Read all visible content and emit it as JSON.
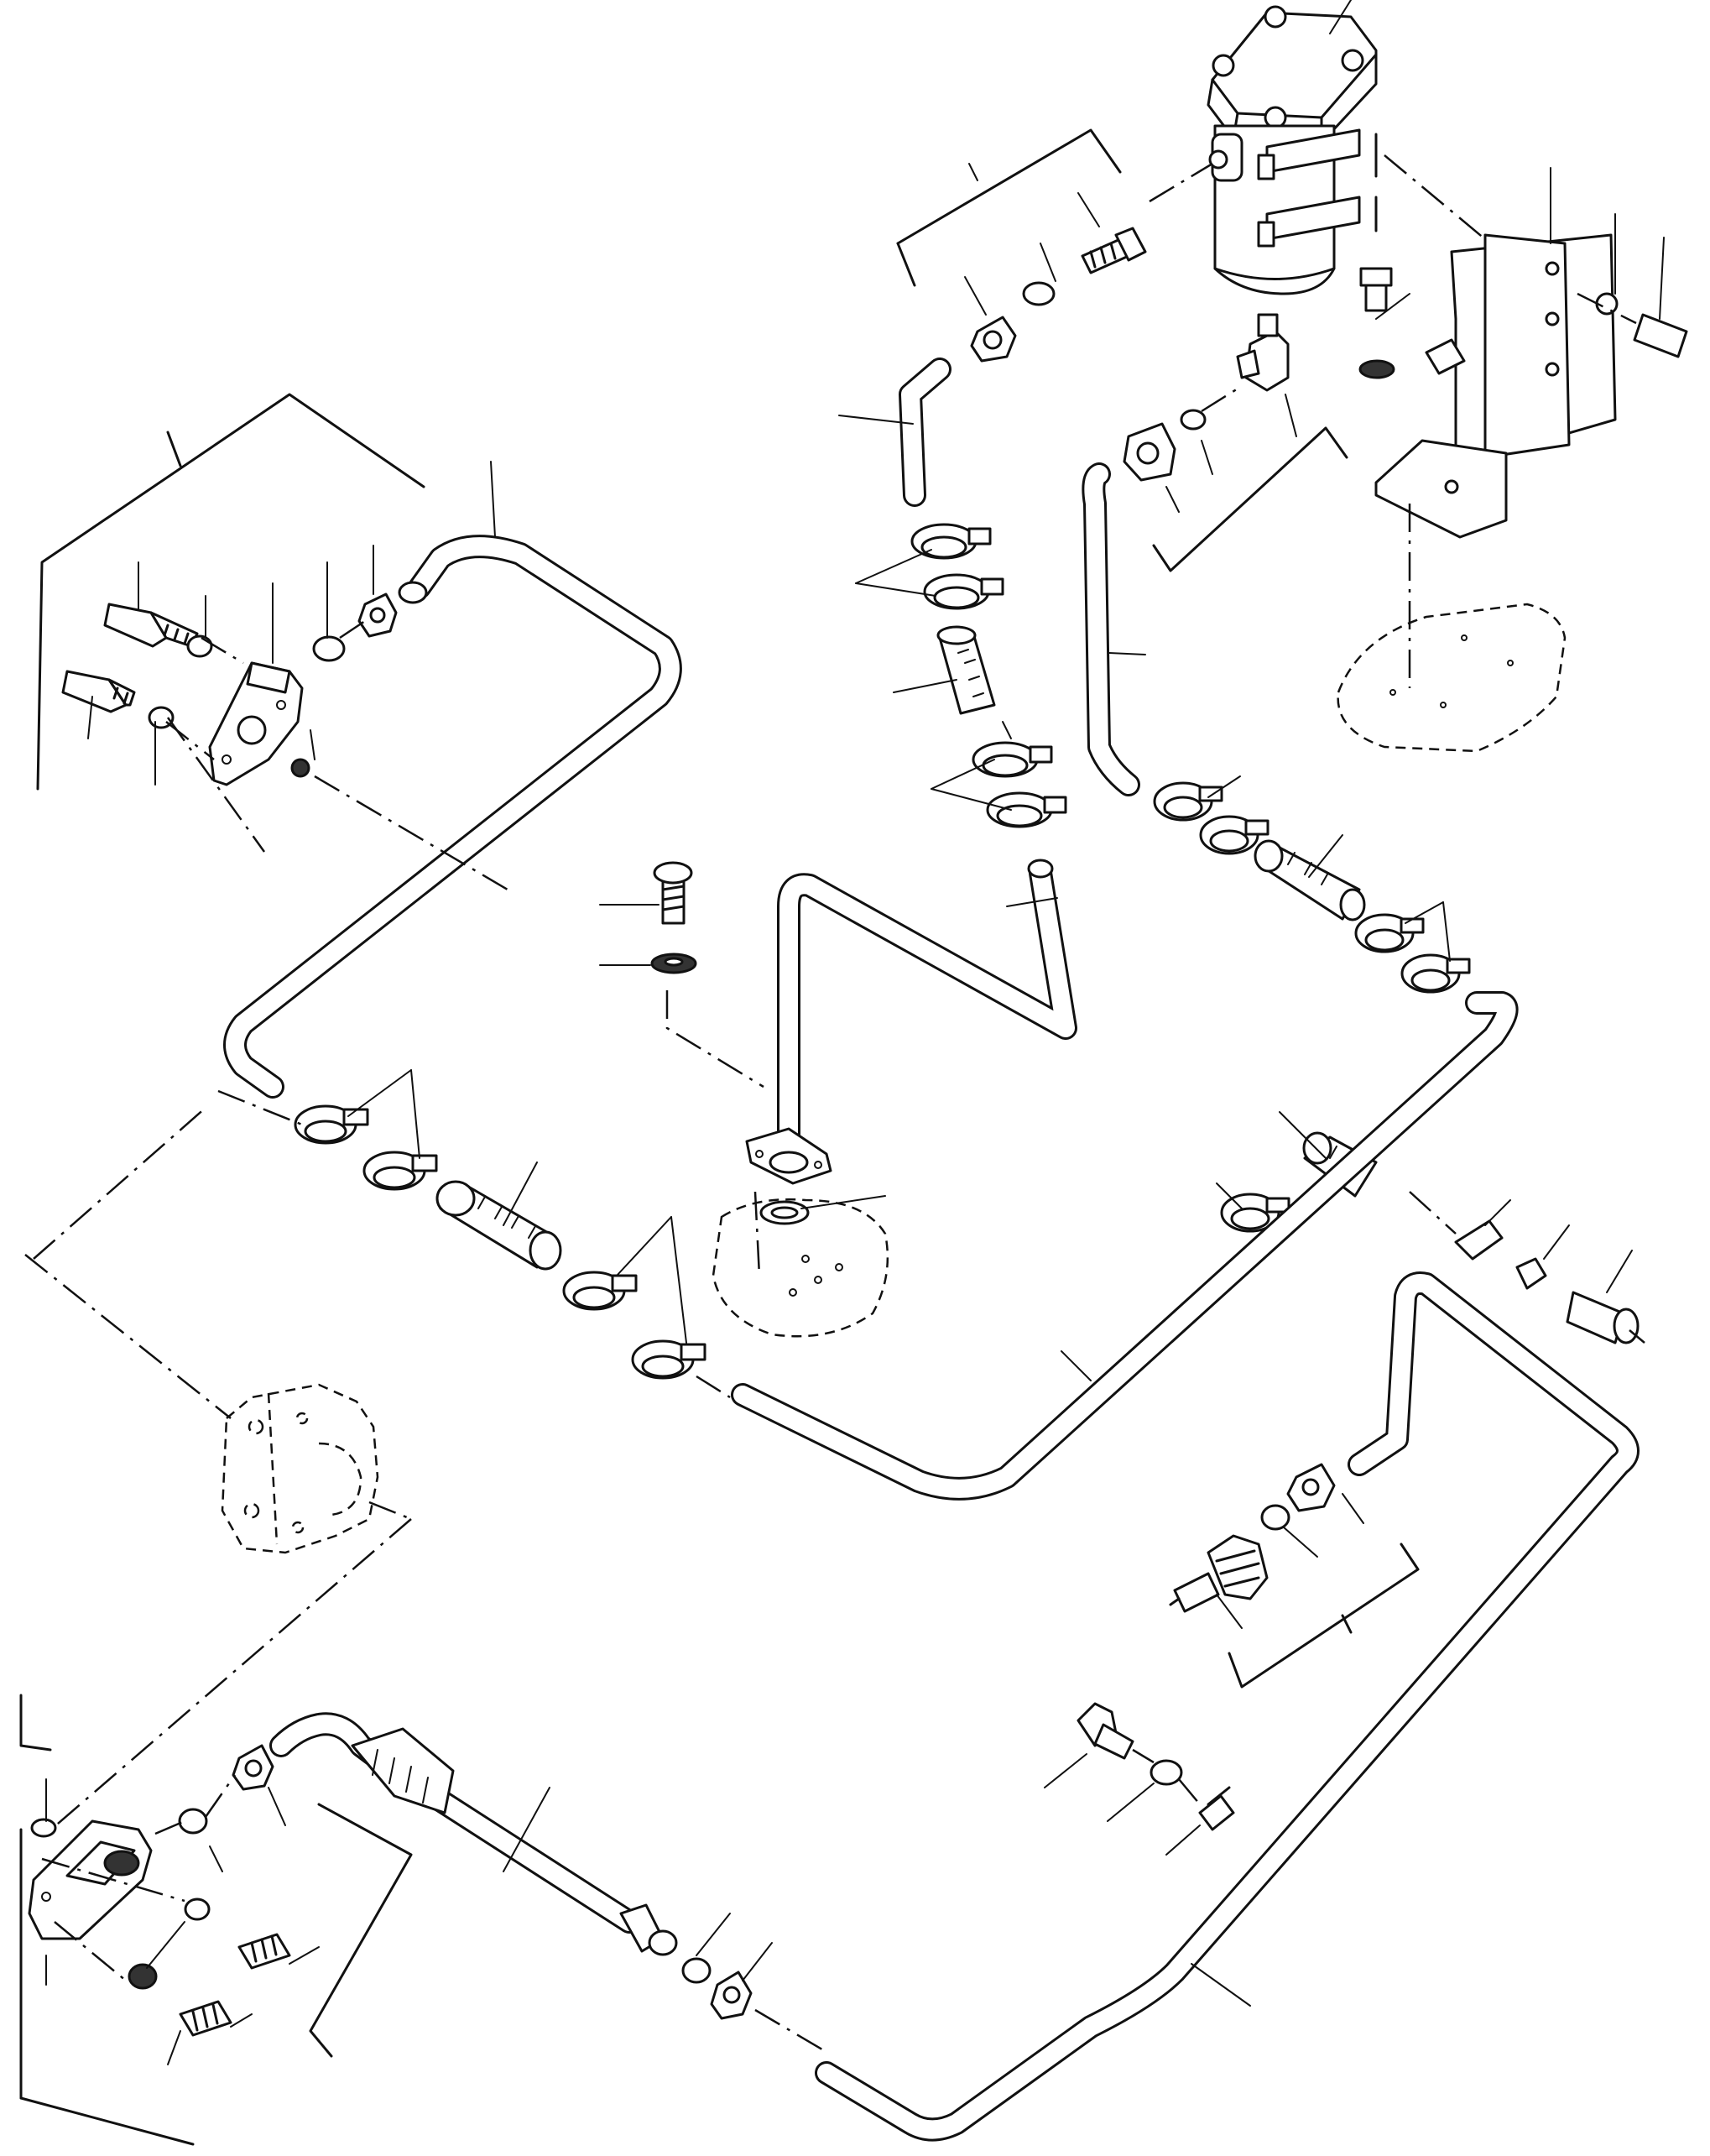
{
  "figure": {
    "kind": "exploded parts diagram (line drawing)",
    "background": "#ffffff",
    "ink": "#111111",
    "text_labels": []
  },
  "parts": [
    {
      "name": "filter-housing-assembly"
    },
    {
      "name": "mounting-bracket"
    },
    {
      "name": "upper-left-fitting-group"
    },
    {
      "name": "upper-left-pipe"
    },
    {
      "name": "center-hose-with-clamps"
    },
    {
      "name": "center-pipe-with-flange"
    },
    {
      "name": "right-hose-assembly"
    },
    {
      "name": "lower-right-pipe"
    },
    {
      "name": "lower-nipple-group"
    },
    {
      "name": "lower-left-flange-group"
    },
    {
      "name": "lower-braided-hose"
    },
    {
      "name": "pump-reference"
    },
    {
      "name": "tank-reference"
    }
  ]
}
